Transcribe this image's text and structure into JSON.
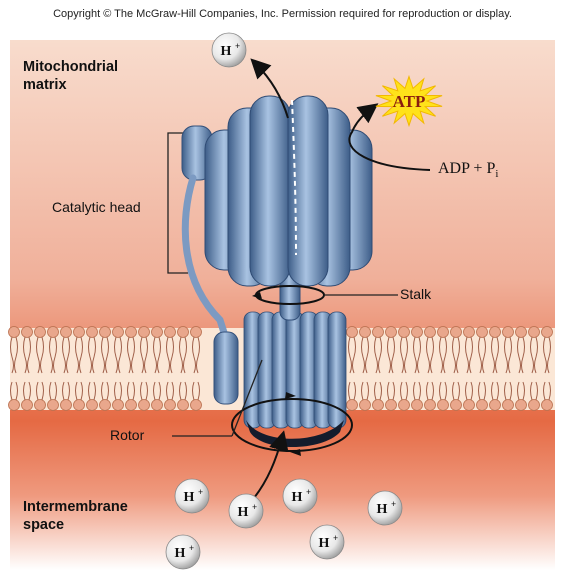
{
  "copyright": "Copyright © The McGraw-Hill Companies, Inc. Permission required for reproduction or display.",
  "labels": {
    "matrix_line1": "Mitochondrial",
    "matrix_line2": "matrix",
    "catalytic_head": "Catalytic head",
    "stalk": "Stalk",
    "rotor": "Rotor",
    "intermembrane_line1": "Intermembrane",
    "intermembrane_line2": "space",
    "atp": "ATP",
    "adp": "ADP + P",
    "adp_sub": "i",
    "proton_base": "H",
    "proton_sup": "+"
  },
  "colors": {
    "matrix_top": "#f6d2c2",
    "matrix_bottom": "#ec9c82",
    "intermembrane_top": "#e45a33",
    "intermembrane_bottom": "#ffffff",
    "protein": "#6f8fb8",
    "protein_dark": "#3f5f8a",
    "atp_star": "#ffe21a"
  }
}
